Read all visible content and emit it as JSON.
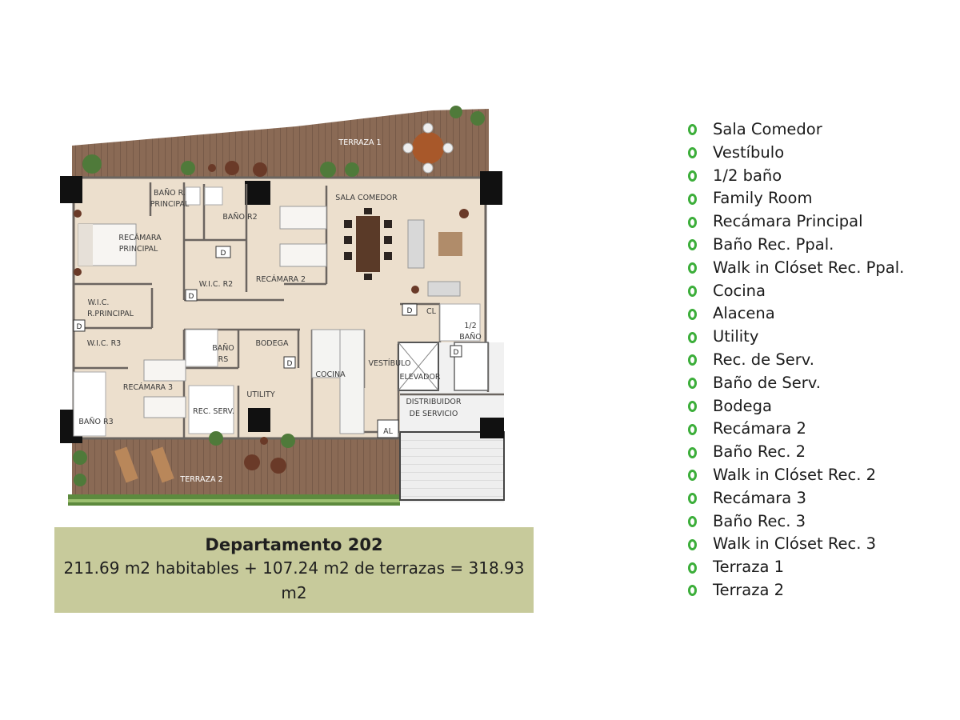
{
  "floorplan": {
    "rooms": {
      "terraza1": "TERRAZA 1",
      "sala_comedor": "SALA COMEDOR",
      "bano_r_principal": [
        "BAÑO R.",
        "PRINCIPAL"
      ],
      "bano_r2": "BAÑO R2",
      "recamara_principal": [
        "RECÁMARA",
        "PRINCIPAL"
      ],
      "recamara_2": "RECÁMARA 2",
      "wic_r2": "W.I.C. R2",
      "wic_rprincipal": [
        "W.I.C.",
        "R.PRINCIPAL"
      ],
      "wic_r3": "W.I.C. R3",
      "bano_rs": [
        "BAÑO",
        "RS"
      ],
      "bodega": "BODEGA",
      "cocina": "COCINA",
      "vestibulo": "VESTÍBULO",
      "elevador": "ELEVADOR",
      "medio_bano": [
        "1/2",
        "BAÑO"
      ],
      "cl": "CL",
      "recamara_3": "RECÁMARA 3",
      "utility": "UTILITY",
      "rec_serv": "REC. SERV.",
      "distribuidor": [
        "DISTRIBUIDOR",
        "DE SERVICIO"
      ],
      "bano_r3": "BAÑO R3",
      "al": "AL",
      "terraza2": "TERRAZA 2",
      "door_mark": "D"
    },
    "colors": {
      "deck": "#8a6a55",
      "floor": "#ecdfcd",
      "wall": "#6b6560",
      "plant": "#4f7a3a",
      "table": "#5a3a28"
    }
  },
  "summary": {
    "title": "Departamento 202",
    "detail": "211.69 m2 habitables + 107.24 m2 de terrazas = 318.93 m2"
  },
  "legend": {
    "icon": "green-ring-bullet-icon",
    "icon_color": "#3cae3a",
    "items": [
      "Sala Comedor",
      "Vestíbulo",
      "1/2 baño",
      "Family Room",
      "Recámara Principal",
      "Baño Rec. Ppal.",
      "Walk in Clóset Rec. Ppal.",
      "Cocina",
      "Alacena",
      "Utility",
      "Rec. de Serv.",
      "Baño de Serv.",
      "Bodega",
      "Recámara 2",
      "Baño Rec. 2",
      "Walk in Clóset Rec. 2",
      "Recámara 3",
      "Baño Rec. 3",
      "Walk in Clóset Rec. 3",
      "Terraza 1",
      "Terraza 2"
    ]
  }
}
